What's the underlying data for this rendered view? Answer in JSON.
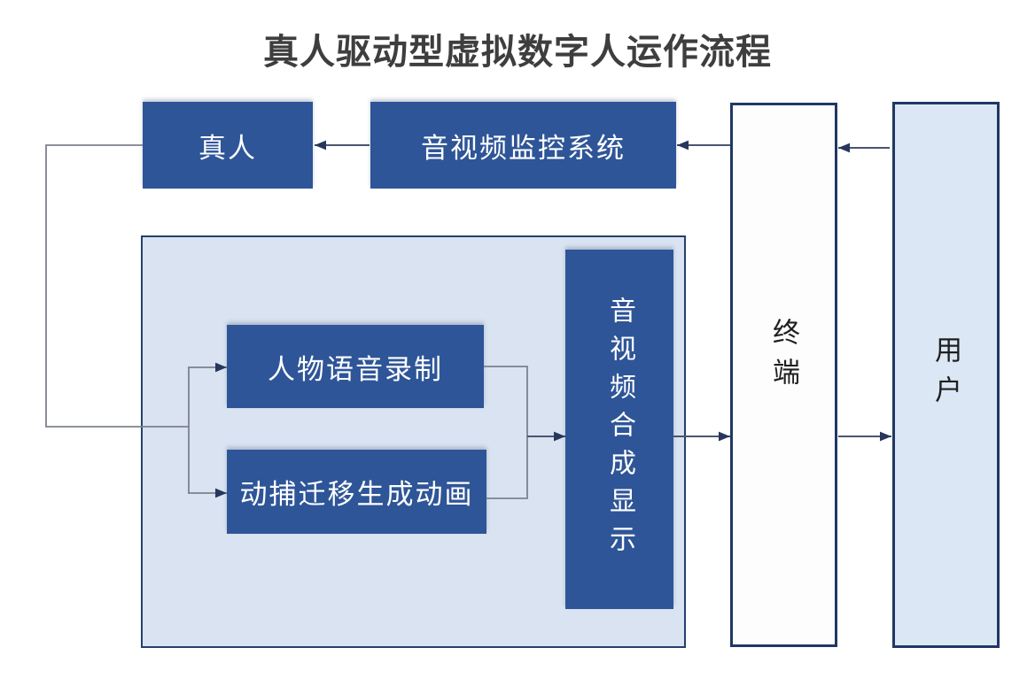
{
  "title": "真人驱动型虚拟数字人运作流程",
  "nodes": {
    "real_person": {
      "label": "真人"
    },
    "av_monitor": {
      "label": "音视频监控系统"
    },
    "voice_record": {
      "label": "人物语音录制"
    },
    "mocap_animation": {
      "label": "动捕迁移生成动画"
    },
    "av_compose": {
      "label": "音视频合成显示"
    },
    "terminal": {
      "label": "终端"
    },
    "user": {
      "label": "用户"
    }
  },
  "edges": [
    {
      "from": "user",
      "to": "terminal"
    },
    {
      "from": "terminal",
      "to": "av_monitor"
    },
    {
      "from": "av_monitor",
      "to": "real_person"
    },
    {
      "from": "real_person",
      "to": "voice_record"
    },
    {
      "from": "real_person",
      "to": "mocap_animation"
    },
    {
      "from": "voice_record",
      "to": "av_compose"
    },
    {
      "from": "mocap_animation",
      "to": "av_compose"
    },
    {
      "from": "av_compose",
      "to": "terminal"
    },
    {
      "from": "terminal",
      "to": "user"
    }
  ],
  "colors": {
    "node_fill_dark": "#2E5597",
    "node_text_dark": "#FFFFFF",
    "container_fill": "#D9E3F1",
    "terminal_fill": "#FDFDFE",
    "user_fill": "#DBE7F4",
    "border_navy": "#1F3864",
    "edge_gray": "#7D828C",
    "edge_navy": "#4A5570",
    "arrowhead": "#26365C",
    "title_color": "#3E3E3E",
    "background": "#FFFFFF"
  }
}
